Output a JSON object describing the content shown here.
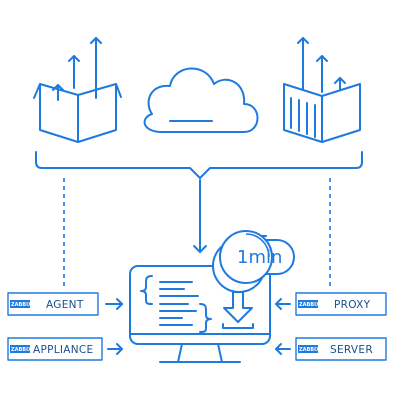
{
  "diagram": {
    "timer": {
      "label": "1min"
    },
    "boxes": [
      {
        "brand": "ZABBIX",
        "label": "AGENT"
      },
      {
        "brand": "ZABBIX",
        "label": "APPLIANCE"
      },
      {
        "brand": "ZABBIX",
        "label": "PROXY"
      },
      {
        "brand": "ZABBIX",
        "label": "SERVER"
      }
    ],
    "colors": {
      "accent": "#1f7ae0",
      "text": "#1a4e8f",
      "background": "#ffffff"
    },
    "icons": [
      "box-upload-icon",
      "cloud-icon",
      "container-upload-icon",
      "timer-icon",
      "monitor-icon",
      "code-braces-icon",
      "download-icon"
    ]
  }
}
